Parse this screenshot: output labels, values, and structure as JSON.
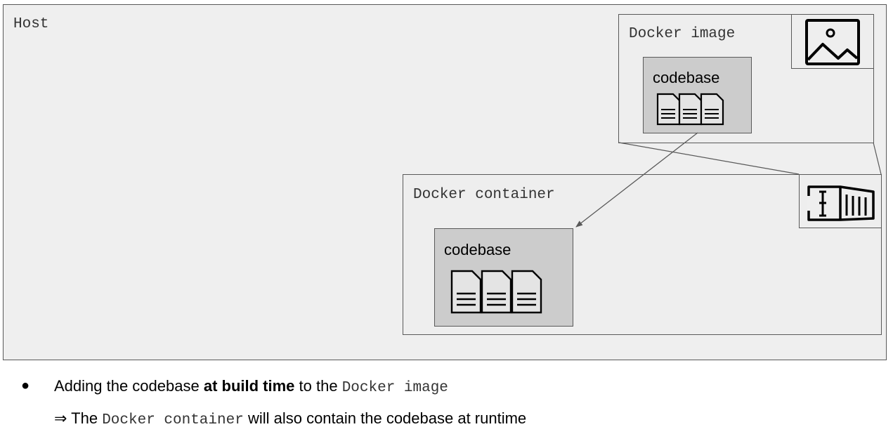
{
  "host": {
    "label": "Host"
  },
  "docker_image": {
    "label": "Docker image",
    "icon": "image-icon",
    "codebase": {
      "label": "codebase",
      "icon": "documents-icon"
    }
  },
  "docker_container": {
    "label": "Docker container",
    "icon": "shipping-container-icon",
    "codebase": {
      "label": "codebase",
      "icon": "documents-icon"
    }
  },
  "notes": {
    "bullet": "●",
    "line1": {
      "part1": "Adding the codebase ",
      "bold": "at build time",
      "part2": " to the ",
      "code": "Docker image"
    },
    "line2": {
      "arrow": "⇒",
      "part1": " The ",
      "code": "Docker container",
      "part2": " will also contain the codebase at runtime"
    }
  },
  "colors": {
    "outer_fill": "#efefef",
    "codebase_fill": "#cccccc",
    "border": "#595959"
  }
}
